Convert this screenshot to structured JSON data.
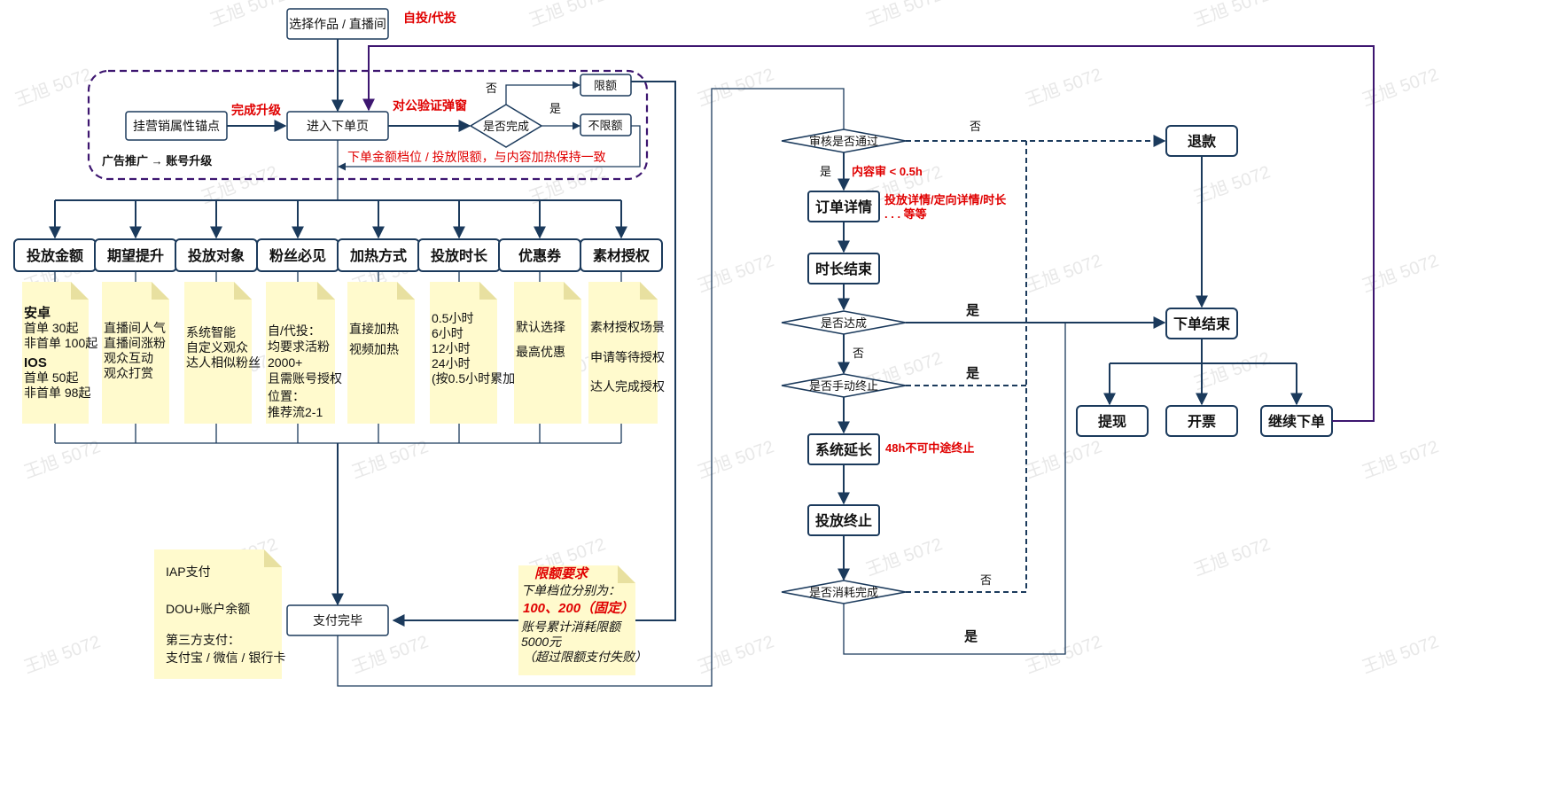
{
  "watermark": "王旭 5072",
  "top": {
    "select": "选择作品 / 直播间",
    "self_proxy": "自投/代投",
    "anchor": "挂营销属性锚点",
    "upgrade_done": "完成升级",
    "order_page": "进入下单页",
    "verify_popup": "对公验证弹窗",
    "is_done": "是否完成",
    "no": "否",
    "yes": "是",
    "limited": "限额",
    "unlimited": "不限额",
    "ad_label": "广告推广 → 账号升级",
    "amount_note": "下单金额档位 / 投放限额，与内容加热保持一致"
  },
  "categories": [
    {
      "title": "投放金额"
    },
    {
      "title": "期望提升"
    },
    {
      "title": "投放对象"
    },
    {
      "title": "粉丝必见"
    },
    {
      "title": "加热方式"
    },
    {
      "title": "投放时长"
    },
    {
      "title": "优惠券"
    },
    {
      "title": "素材授权"
    }
  ],
  "notes": {
    "amount": {
      "android": "安卓",
      "android_first": "首单 30起",
      "android_other": "非首单 100起",
      "ios": "IOS",
      "ios_first": "首单 50起",
      "ios_other": "非首单 98起"
    },
    "expect": [
      "直播间人气",
      "直播间涨粉",
      "观众互动",
      "观众打赏"
    ],
    "target": [
      "系统智能",
      "自定义观众",
      "达人相似粉丝"
    ],
    "fans": [
      "自/代投：",
      "均要求活粉",
      "2000+",
      "且需账号授权",
      "位置：",
      "推荐流2-1"
    ],
    "heat": [
      "直接加热",
      "视频加热"
    ],
    "duration": [
      "0.5小时",
      "6小时",
      "12小时",
      "24小时",
      "(按0.5小时累加)"
    ],
    "coupon": [
      "默认选择",
      "最高优惠"
    ],
    "material": [
      "素材授权场景",
      "申请等待授权",
      "达人完成授权"
    ]
  },
  "payment": {
    "methods": [
      "IAP支付",
      "DOU+账户余额",
      "第三方支付：",
      "支付宝 / 微信 / 银行卡"
    ],
    "done": "支付完毕"
  },
  "limit_note": {
    "title": "限额要求",
    "line1": "下单档位分别为：",
    "line2": "100、200（固定）",
    "line3": "账号累计消耗限额",
    "line4": "5000元",
    "line5": "（超过限额支付失败）"
  },
  "flow": {
    "review": "审核是否通过",
    "review_no": "否",
    "review_yes": "是",
    "review_time": "内容审 < 0.5h",
    "order_detail": "订单详情",
    "detail_note1": "投放详情/定向详情/时长",
    "detail_note2": ". . . 等等",
    "time_end": "时长结束",
    "achieved": "是否达成",
    "achieved_yes": "是",
    "achieved_no": "否",
    "manual_stop": "是否手动终止",
    "manual_yes": "是",
    "system_extend": "系统延长",
    "extend_note": "48h不可中途终止",
    "stop": "投放终止",
    "consumed": "是否消耗完成",
    "consumed_no": "否",
    "consumed_yes": "是",
    "refund": "退款",
    "order_end": "下单结束",
    "withdraw": "提现",
    "invoice": "开票",
    "continue": "继续下单"
  }
}
